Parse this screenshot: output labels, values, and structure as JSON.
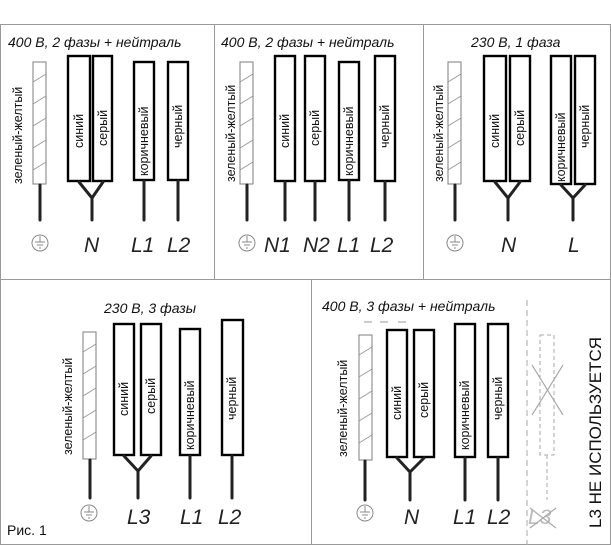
{
  "panels": [
    {
      "id": "p1",
      "title": "400 В, 2 фазы + нейтраль",
      "wires": {
        "pe": "зеленый-желтый",
        "blue": "синий",
        "gray": "серый",
        "brown": "коричневый",
        "black": "черный"
      },
      "terminals": [
        "N",
        "L1",
        "L2"
      ]
    },
    {
      "id": "p2",
      "title": "400 В, 2 фазы + нейтраль",
      "wires": {
        "pe": "зеленый-желтый",
        "blue": "синий",
        "gray": "серый",
        "brown": "коричневый",
        "black": "черный"
      },
      "terminals": [
        "N1",
        "N2",
        "L1",
        "L2"
      ]
    },
    {
      "id": "p3",
      "title": "230 В, 1 фаза",
      "wires": {
        "pe": "зеленый-желтый",
        "blue": "синий",
        "gray": "серый",
        "brown": "коричневый",
        "black": "черный"
      },
      "terminals": [
        "N",
        "L"
      ]
    },
    {
      "id": "p4",
      "title": "230 В, 3 фазы",
      "wires": {
        "pe": "зеленый-желтый",
        "blue": "синий",
        "gray": "серый",
        "brown": "коричневый",
        "black": "черный"
      },
      "terminals": [
        "L3",
        "L1",
        "L2"
      ]
    },
    {
      "id": "p5",
      "title": "400 В, 3 фазы + нейтраль",
      "wires": {
        "pe": "зеленый-желтый",
        "blue": "синий",
        "gray": "серый",
        "brown": "коричневый",
        "black": "черный"
      },
      "terminals": [
        "N",
        "L1",
        "L2",
        "L3"
      ],
      "note": "L3 НЕ ИСПОЛЬЗУЕТСЯ"
    }
  ],
  "figure_label": "Рис. 1",
  "colors": {
    "line": "#000000",
    "frame": "#999999",
    "ground": "#888888"
  },
  "icons": {
    "ground": "ground-symbol-icon"
  }
}
